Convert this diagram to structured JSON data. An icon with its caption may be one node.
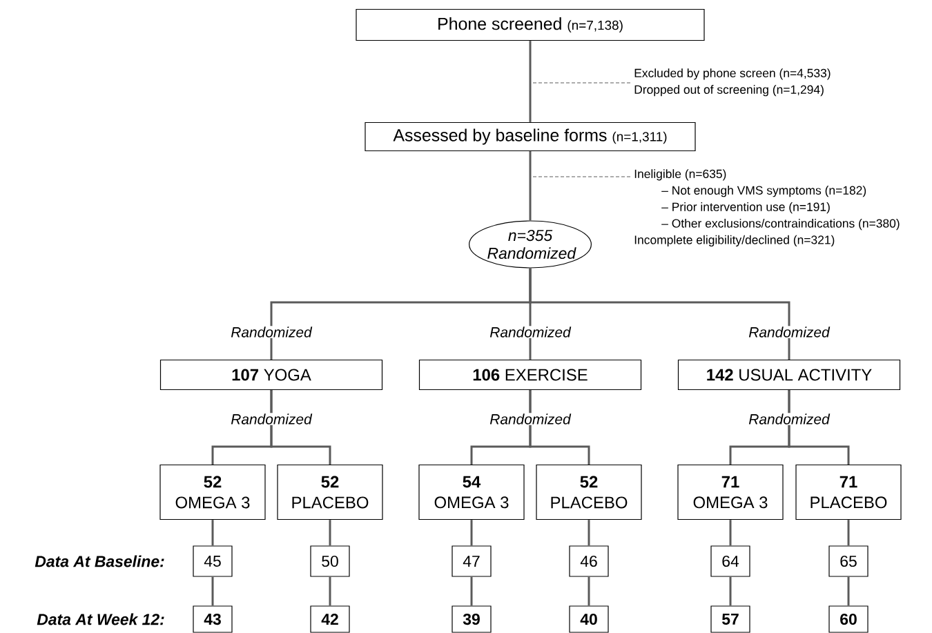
{
  "diagram": {
    "nodes": [
      {
        "text": [
          "Phone screened",
          "(n=7,138)"
        ]
      },
      {
        "text": [
          "Assessed by baseline forms",
          "(n=1,311)"
        ]
      },
      {
        "text": [
          "Excluded by phone screen (n=4,533)",
          "Dropped out of screening (n=1,294)"
        ]
      },
      {
        "text": [
          "Ineligible (n=635)",
          "– Not enough VMS symptoms (n=182)",
          "– Prior intervention use (n=191)",
          "– Other exclusions/contraindications (n=380)",
          "Incomplete eligibility/declined (n=321)"
        ]
      },
      {
        "text": [
          "n=355 Randomized"
        ]
      },
      {
        "text": [
          "**107** YOGA"
        ]
      },
      {
        "text": [
          "**106** EXERCISE"
        ]
      },
      {
        "text": [
          "**142** USUAL ACTIVITY"
        ]
      },
      {
        "text": [
          "52",
          "OMEGA 3"
        ]
      },
      {
        "text": [
          "52",
          "PLACEBO"
        ]
      },
      {
        "text": [
          "54",
          "OMEGA 3"
        ]
      },
      {
        "text": [
          "52",
          "PLACEBO"
        ]
      },
      {
        "text": [
          "71",
          "OMEGA 3"
        ]
      },
      {
        "text": [
          "71",
          "PLACEBO"
        ]
      },
      {
        "text": [
          "45"
        ]
      },
      {
        "text": [
          "50"
        ]
      },
      {
        "text": [
          "47"
        ]
      },
      {
        "text": [
          "46"
        ]
      },
      {
        "text": [
          "64"
        ]
      },
      {
        "text": [
          "65"
        ]
      },
      {
        "text": [
          "43"
        ]
      },
      {
        "text": [
          "42"
        ]
      },
      {
        "text": [
          "39"
        ]
      },
      {
        "text": [
          "40"
        ]
      },
      {
        "text": [
          "57"
        ]
      },
      {
        "text": [
          "60"
        ]
      }
    ],
    "edges": [
      {
        "from": 0,
        "to": 1,
        "arrow": "none"
      },
      {
        "from": null,
        "to": 2,
        "arrow": "none",
        "style": "dashed"
      },
      {
        "from": 1,
        "to": 4,
        "arrow": "none"
      },
      {
        "from": null,
        "to": 3,
        "arrow": "none",
        "style": "dashed"
      },
      {
        "from": 4,
        "to": 5,
        "arrow": "none",
        "label": "Randomized"
      },
      {
        "from": 4,
        "to": 6,
        "arrow": "none",
        "label": "Randomized"
      },
      {
        "from": 4,
        "to": 7,
        "arrow": "none",
        "label": "Randomized"
      },
      {
        "from": 5,
        "to": 8,
        "arrow": "none",
        "label": "Randomized"
      },
      {
        "from": 5,
        "to": 9,
        "arrow": "none"
      },
      {
        "from": 6,
        "to": 10,
        "arrow": "none",
        "label": "Randomized"
      },
      {
        "from": 6,
        "to": 11,
        "arrow": "none"
      },
      {
        "from": 7,
        "to": 12,
        "arrow": "none",
        "label": "Randomized"
      },
      {
        "from": 7,
        "to": 13,
        "arrow": "none"
      },
      {
        "from": 8,
        "to": 14,
        "arrow": "none"
      },
      {
        "from": 9,
        "to": 15,
        "arrow": "none"
      },
      {
        "from": 10,
        "to": 16,
        "arrow": "none"
      },
      {
        "from": 11,
        "to": 17,
        "arrow": "none"
      },
      {
        "from": 12,
        "to": 18,
        "arrow": "none"
      },
      {
        "from": 13,
        "to": 19,
        "arrow": "none"
      },
      {
        "from": 14,
        "to": 20,
        "arrow": "none"
      },
      {
        "from": 15,
        "to": 21,
        "arrow": "none"
      },
      {
        "from": 16,
        "to": 22,
        "arrow": "none"
      },
      {
        "from": 17,
        "to": 23,
        "arrow": "none"
      },
      {
        "from": 18,
        "to": 24,
        "arrow": "none"
      },
      {
        "from": 19,
        "to": 25,
        "arrow": "none"
      }
    ],
    "labels": [
      "Data At Baseline:",
      "Data At Week 12:"
    ]
  }
}
